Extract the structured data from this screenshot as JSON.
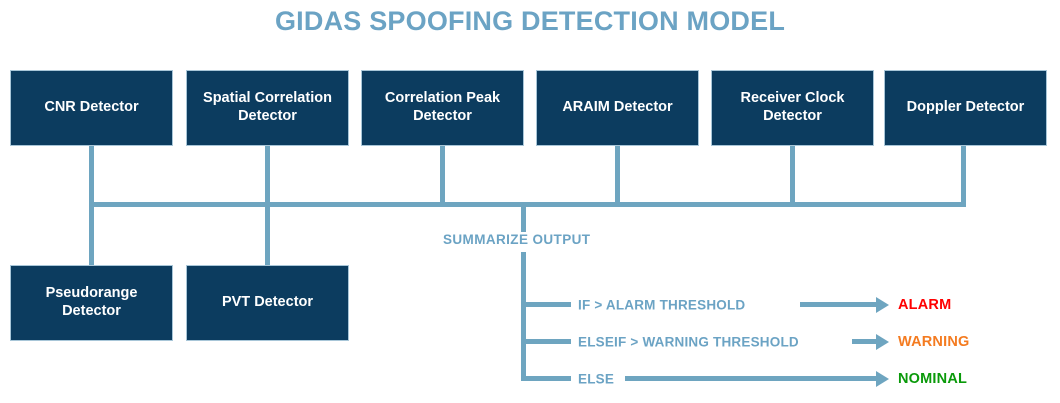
{
  "title": "GIDAS SPOOFING DETECTION MODEL",
  "colors": {
    "box_fill": "#0c3c5f",
    "box_border": "#a8c6d8",
    "box_text": "#ffffff",
    "connector": "#6ea5c0",
    "title_text": "#6ba3c4",
    "label_text": "#6ba3c4",
    "alarm": "#ff0000",
    "warning": "#f47b20",
    "nominal": "#0a9a0a",
    "background": "#ffffff"
  },
  "detectors_top": [
    {
      "label": "CNR Detector",
      "lines": [
        "CNR Detector"
      ]
    },
    {
      "label": "Spatial Correlation Detector",
      "lines": [
        "Spatial Correlation",
        "Detector"
      ]
    },
    {
      "label": "Correlation Peak Detector",
      "lines": [
        "Correlation Peak",
        "Detector"
      ]
    },
    {
      "label": "ARAIM Detector",
      "lines": [
        "ARAIM Detector"
      ]
    },
    {
      "label": "Receiver Clock Detector",
      "lines": [
        "Receiver Clock",
        "Detector"
      ]
    },
    {
      "label": "Doppler Detector",
      "lines": [
        "Doppler Detector"
      ]
    }
  ],
  "detectors_bottom": [
    {
      "label": "Pseudorange Detector",
      "lines": [
        "Pseudorange",
        "Detector"
      ]
    },
    {
      "label": "PVT Detector",
      "lines": [
        "PVT Detector"
      ]
    }
  ],
  "summarize": {
    "label": "SUMMARIZE OUTPUT"
  },
  "branches": [
    {
      "condition": "IF > ALARM THRESHOLD",
      "outcome": "ALARM",
      "outcome_color": "#ff0000"
    },
    {
      "condition": "ELSEIF > WARNING THRESHOLD",
      "outcome": "WARNING",
      "outcome_color": "#f47b20"
    },
    {
      "condition": "ELSE",
      "outcome": "NOMINAL",
      "outcome_color": "#0a9a0a"
    }
  ]
}
